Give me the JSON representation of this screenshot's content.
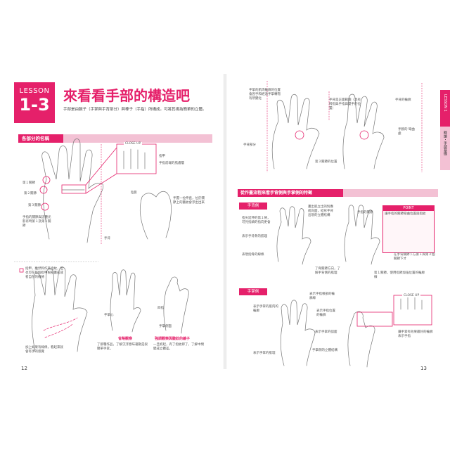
{
  "left_page": {
    "lesson_label": "LESSON",
    "lesson_number": "1-3",
    "title": "來看看手部的構造吧",
    "subtitle": "手部是由腕子（手掌與手背部分）與棒子（手指）所構成。可將其視為簡單的立體。",
    "section_title": "各部分的名稱",
    "closeup": "CLOSE UP",
    "labels": {
      "nail": "指甲",
      "finger_skin": "手指前端的肌膚層",
      "joint1": "第１關節",
      "joint2": "第２關節",
      "joint3": "第３關節",
      "finger_note": "手指的關節與這種光影有時第１及第２關節",
      "back": "手背",
      "palm_shadow": "陰影",
      "fist_note": "手握一拉伸直，位於關節上的皺紋會浮出出來",
      "palm_lines_note": "指甲，雖然和作爲指紋，但也可在每個指甲根部畫成或者自然的線條",
      "palm_bottom_note": "加上如果有線條，看起來就會有手的感覺",
      "palm_center": "手掌心",
      "wrist_hand": "四指",
      "back_hand": "手掌側面"
    },
    "pink_captions": {
      "palm": "省略觀察",
      "side": "強調觀察與皺紋的繪子"
    },
    "notes": {
      "fold_note": "了那種作品，了解沉浮意味著數是很簡單手掌。",
      "curve_note": "一旦抓起，有了指紋即了，了解中間變成立體差。"
    },
    "page_number": "12"
  },
  "right_page": {
    "top_labels": {
      "back_left": "手掌的肌肉輪廓的位置會因手和經過手掌轉而有所變化",
      "mid_center": "手背是正面範圍（具有拇指與手指與雙手的位置）",
      "right_tip": "手背的輪廓",
      "right_side": "手腕的 彎曲處",
      "left_side": "手背部分",
      "bottom": "第３關節的位置"
    },
    "section_title": "從作畫流程來看手背側與手掌側的特徵",
    "back_side_label": "手背側",
    "palm_side_label": "手掌側",
    "back_notes": {
      "n1": "指尖延伸的第１條，可見指頭的指向更會",
      "n2": "表示手背骨的肌理",
      "n3": "表現指骨的線條",
      "n4": "畫出肌立出的對應成向面，結形手背出現的立體結構",
      "n5": "了骨關節方向，了解手背側的肌理",
      "n6": "手指的關節",
      "n7": "第１關節，使用指節加強位置的輪廓線"
    },
    "palm_notes": {
      "n1": "表示手掌的肌肉的輪廓",
      "n2": "表示手指根部的輪廓線",
      "n3": "表示手指位置的輪廓",
      "n4": "表示手掌的弧面",
      "n5": "表示手掌的肌理",
      "n6": "手掌側的立體結構"
    },
    "point": {
      "head": "POINT",
      "text": "讓手指的關節彎曲位置與指紋"
    },
    "point_note": "在手背關節下方第１與第２個關節下才",
    "closeup": "CLOSE UP",
    "closeup_note": "讓手掌有效果最好的輪廓表示手指",
    "side_tab_1": "LESSON 1",
    "side_tab_2": "概論・手部基礎",
    "page_number": "13"
  }
}
